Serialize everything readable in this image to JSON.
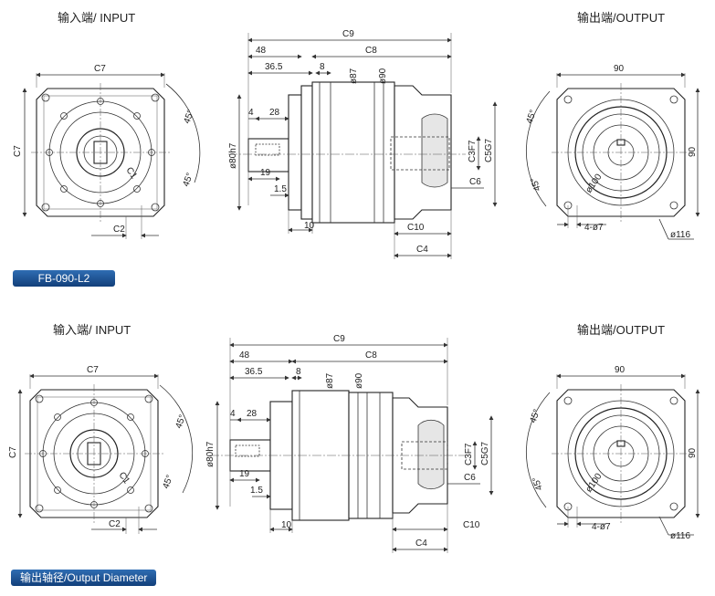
{
  "title_input": "输入端/ INPUT",
  "title_output": "输出端/OUTPUT",
  "badge_model": "FB-090-L2",
  "badge_output_diameter": "输出轴径/Output Diameter",
  "dims": {
    "C7": "C7",
    "C2": "C2",
    "C1": "C1",
    "deg45": "45°",
    "C9": "C9",
    "C8": "C8",
    "d48": "48",
    "d365": "36.5",
    "d8": "8",
    "d87": "ø87",
    "d90": "ø90",
    "d4": "4",
    "d28": "28",
    "d80h7": "ø80h7",
    "d19": "19",
    "d15": "1.5",
    "d10": "10",
    "C10": "C10",
    "C4": "C4",
    "C3F7": "C3F7",
    "C5G7": "C5G7",
    "C6": "C6",
    "w90": "90",
    "h90": "90",
    "d100": "ø100",
    "holes": "4-ø7",
    "d116": "ø116"
  }
}
